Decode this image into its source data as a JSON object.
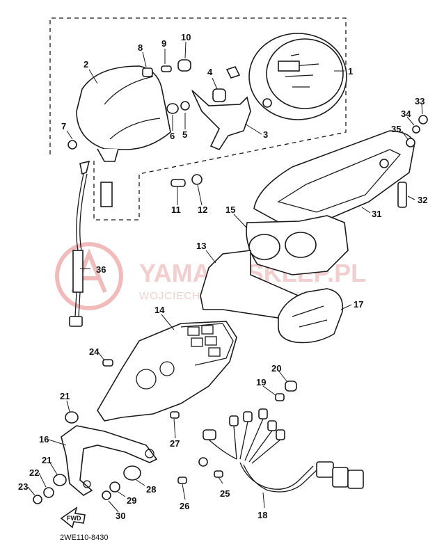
{
  "diagram_code": "2WE110-8430",
  "watermark": {
    "title": "YAMAHASKLEP.PL",
    "subtitle": "WOJCIECHOWSKI DEALER YAMAHA",
    "logo_color": "#e36b6b"
  },
  "direction_marker": "FWD",
  "callouts": [
    "1",
    "2",
    "3",
    "4",
    "5",
    "6",
    "7",
    "8",
    "9",
    "10",
    "11",
    "12",
    "13",
    "14",
    "15",
    "16",
    "17",
    "18",
    "19",
    "20",
    "21",
    "21",
    "22",
    "23",
    "24",
    "25",
    "26",
    "27",
    "28",
    "29",
    "30",
    "31",
    "32",
    "33",
    "34",
    "35",
    "36"
  ]
}
